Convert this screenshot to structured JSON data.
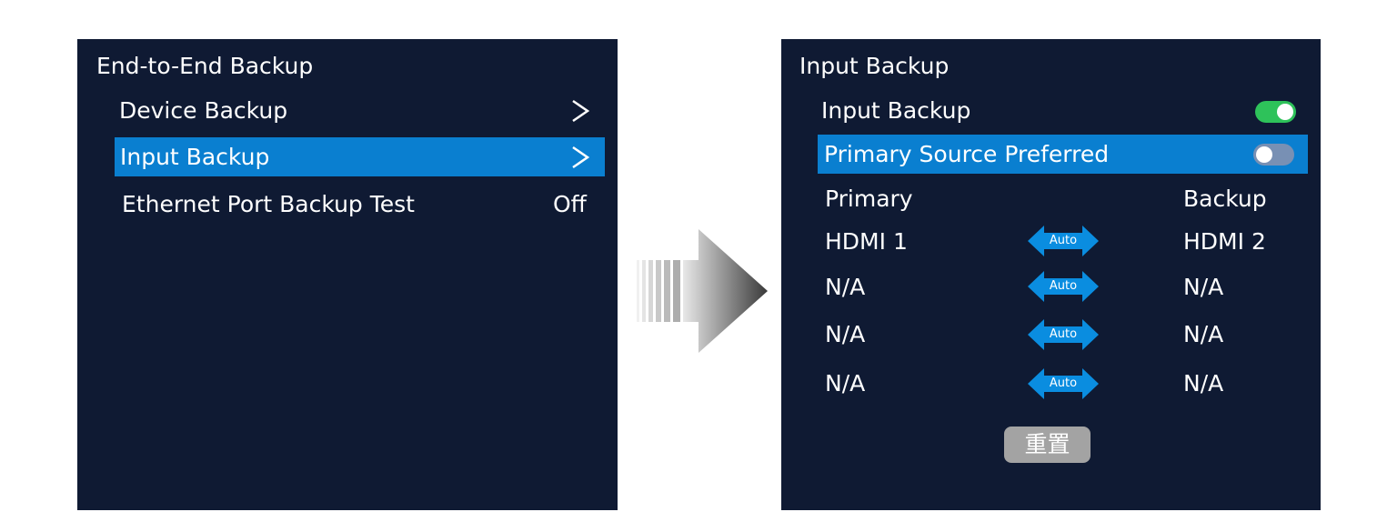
{
  "left_screen": {
    "title": "End-to-End Backup",
    "items": [
      {
        "label": "Device Backup",
        "value": "",
        "chevron": ">",
        "selected": false
      },
      {
        "label": "Input Backup",
        "value": "",
        "chevron": ">",
        "selected": true
      },
      {
        "label": "Ethernet Port Backup Test",
        "value": "Off",
        "chevron": "",
        "selected": false
      }
    ]
  },
  "right_screen": {
    "title": "Input Backup",
    "input_backup": {
      "label": "Input Backup",
      "enabled": true
    },
    "primary_source_preferred": {
      "label": "Primary Source Preferred",
      "enabled": false,
      "selected": true
    },
    "columns": {
      "primary": "Primary",
      "backup": "Backup"
    },
    "pairs": [
      {
        "primary": "HDMI 1",
        "mode": "Auto",
        "backup": "HDMI 2"
      },
      {
        "primary": "N/A",
        "mode": "Auto",
        "backup": "N/A"
      },
      {
        "primary": "N/A",
        "mode": "Auto",
        "backup": "N/A"
      },
      {
        "primary": "N/A",
        "mode": "Auto",
        "backup": "N/A"
      }
    ],
    "reset_label": "重置"
  },
  "colors": {
    "screen_bg": "#0f1a33",
    "selection": "#0a7fd0",
    "toggle_on": "#2ec25a",
    "toggle_off": "#7890b4",
    "auto_arrow": "#0a8de0",
    "reset_button": "#a3a3a3"
  },
  "icons": {
    "chevron": "chevron-right-icon",
    "pair_arrow": "double-arrow-icon",
    "transition": "right-arrow-icon"
  }
}
